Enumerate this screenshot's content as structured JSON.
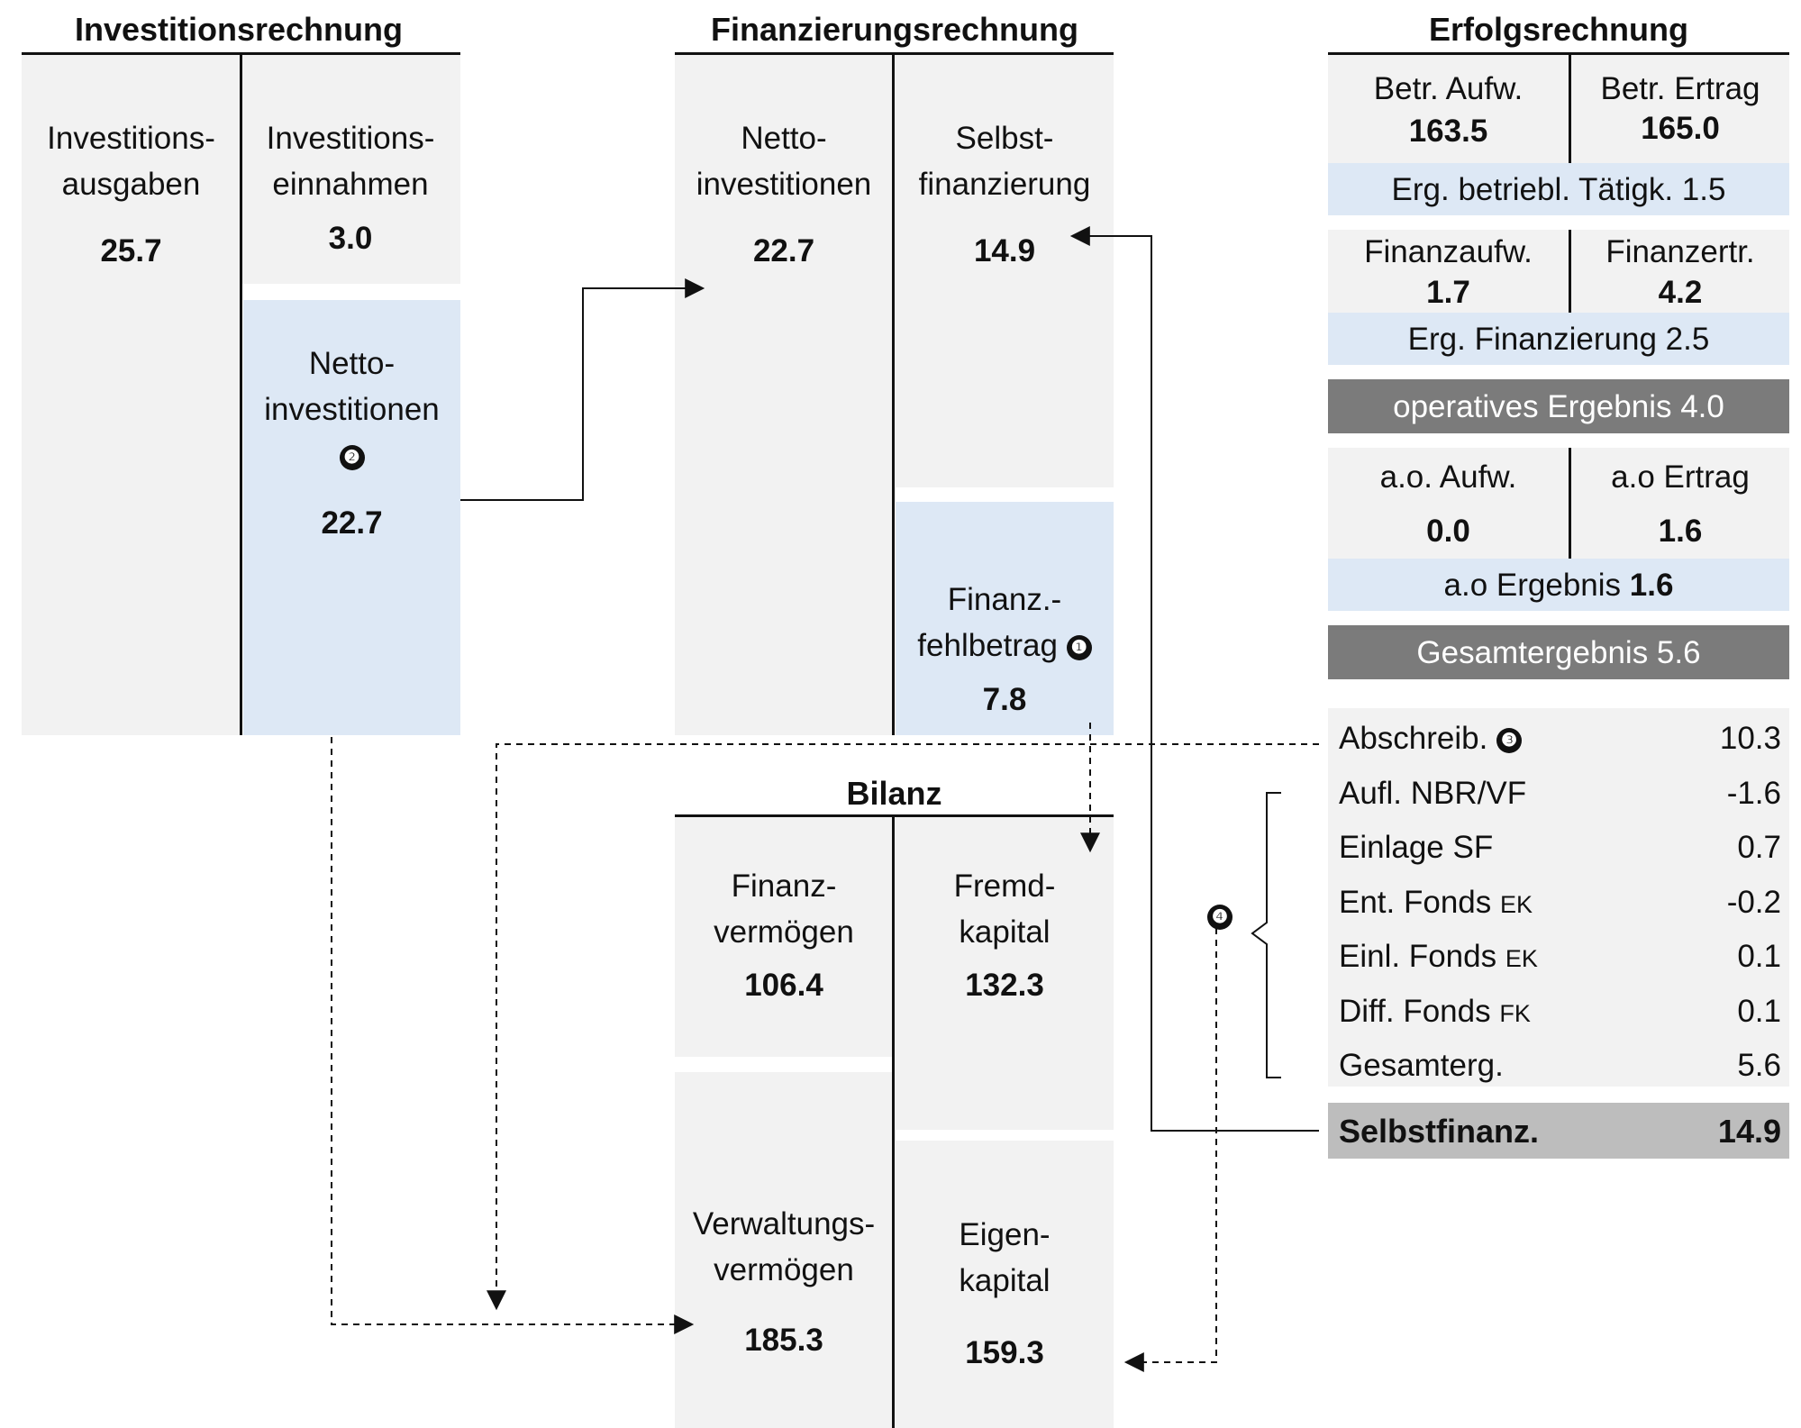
{
  "investition": {
    "title": "Investitionsrechnung",
    "ausgaben_label": [
      "Investitions-",
      "ausgaben"
    ],
    "ausgaben_value": "25.7",
    "einnahmen_label": [
      "Investitions-",
      "einnahmen"
    ],
    "einnahmen_value": "3.0",
    "netto_label": [
      "Netto-",
      "investitionen"
    ],
    "netto_marker": "❷",
    "netto_value": "22.7"
  },
  "finanzierung": {
    "title": "Finanzierungsrechnung",
    "netto_label": [
      "Netto-",
      "investitionen"
    ],
    "netto_value": "22.7",
    "selbst_label": [
      "Selbst-",
      "finanzierung"
    ],
    "selbst_value": "14.9",
    "fehl_label": [
      "Finanz.-",
      "fehlbetrag"
    ],
    "fehl_marker": "❶",
    "fehl_value": "7.8"
  },
  "bilanz": {
    "title": "Bilanz",
    "finanzv_label": [
      "Finanz-",
      "vermögen"
    ],
    "finanzv_value": "106.4",
    "verwalt_label": [
      "Verwaltungs-",
      "vermögen"
    ],
    "verwalt_value": "185.3",
    "fremd_label": [
      "Fremd-",
      "kapital"
    ],
    "fremd_value": "132.3",
    "eigen_label": [
      "Eigen-",
      "kapital"
    ],
    "eigen_value": "159.3"
  },
  "erfolg": {
    "title": "Erfolgsrechnung",
    "betr_aufw_label": "Betr. Aufw.",
    "betr_aufw_value": "163.5",
    "betr_ertrag_label": "Betr. Ertrag",
    "betr_ertrag_value": "165.0",
    "erg_betr": "Erg. betriebl. Tätigk. 1.5",
    "fin_aufw_label": "Finanzaufw.",
    "fin_aufw_value": "1.7",
    "fin_ertr_label": "Finanzertr.",
    "fin_ertr_value": "4.2",
    "erg_fin": "Erg. Finanzierung 2.5",
    "operativ": "operatives Ergebnis 4.0",
    "ao_aufw_label": "a.o. Aufw.",
    "ao_aufw_value": "0.0",
    "ao_ertrag_label": "a.o Ertrag",
    "ao_ertrag_value": "1.6",
    "ao_erg_label": "a.o Ergebnis",
    "ao_erg_value": "1.6",
    "gesamt": "Gesamtergebnis 5.6"
  },
  "selbstfin_table": {
    "marker_abschreib": "❸",
    "marker_group": "❹",
    "rows": [
      {
        "label": "Abschreib.",
        "suffix": "",
        "value": "10.3"
      },
      {
        "label": "Aufl. NBR/VF",
        "suffix": "",
        "value": "-1.6"
      },
      {
        "label": "Einlage SF",
        "suffix": "",
        "value": "0.7"
      },
      {
        "label": "Ent. Fonds",
        "suffix": "EK",
        "value": "-0.2"
      },
      {
        "label": "Einl. Fonds",
        "suffix": "EK",
        "value": "0.1"
      },
      {
        "label": "Diff. Fonds",
        "suffix": "FK",
        "value": "0.1"
      },
      {
        "label": "Gesamterg.",
        "suffix": "",
        "value": "5.6"
      }
    ],
    "total_label": "Selbstfinanz.",
    "total_value": "14.9"
  }
}
